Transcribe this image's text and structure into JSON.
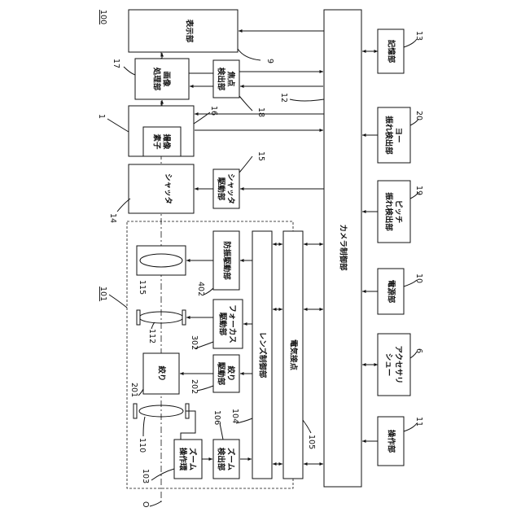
{
  "system_ref": "100",
  "lens_unit_ref": "101",
  "optical_axis_ref": "O",
  "blocks": {
    "display": {
      "label": "表示部",
      "ref": "9"
    },
    "image_proc": {
      "label": "画像\n処理部",
      "ref": "17"
    },
    "focus_detect": {
      "label": "焦点\n検出部",
      "ref": "18"
    },
    "imaging": {
      "ref": "1",
      "ref2": "16"
    },
    "sensor": {
      "label": "撮像\n素子"
    },
    "shutter": {
      "label": "シャッタ",
      "ref": "14"
    },
    "shutter_drive": {
      "label": "シャッタ\n駆動部",
      "ref": "15"
    },
    "camera_ctrl": {
      "label": "カメラ制御部",
      "ref": "12"
    },
    "storage": {
      "label": "記憶部",
      "ref": "13"
    },
    "yaw": {
      "label": "ヨー\n振れ検出部",
      "ref": "20"
    },
    "pitch": {
      "label": "ピッチ\n振れ検出部",
      "ref": "19"
    },
    "power": {
      "label": "電源部",
      "ref": "10"
    },
    "accessory": {
      "label": "アクセサリ\nシュー",
      "ref": "6"
    },
    "operation": {
      "label": "操作部",
      "ref": "11"
    },
    "stab_lens": {
      "ref": "115"
    },
    "stab_drive": {
      "label": "防振駆動部",
      "ref": "402"
    },
    "focus_lens": {
      "ref": "112"
    },
    "focus_drive": {
      "label": "フォーカス\n駆動部",
      "ref": "302"
    },
    "aperture": {
      "label": "絞り",
      "ref": "201"
    },
    "aperture_drive": {
      "label": "絞り\n駆動部",
      "ref": "202"
    },
    "zoom_lens": {
      "ref": "110"
    },
    "zoom_ring": {
      "label": "ズーム\n操作環",
      "ref": "103"
    },
    "zoom_detect": {
      "label": "ズーム\n検出部",
      "ref": "106"
    },
    "lens_ctrl": {
      "label": "レンズ制御部",
      "ref": "104"
    },
    "contacts": {
      "label": "電気接点",
      "ref": "105"
    }
  }
}
